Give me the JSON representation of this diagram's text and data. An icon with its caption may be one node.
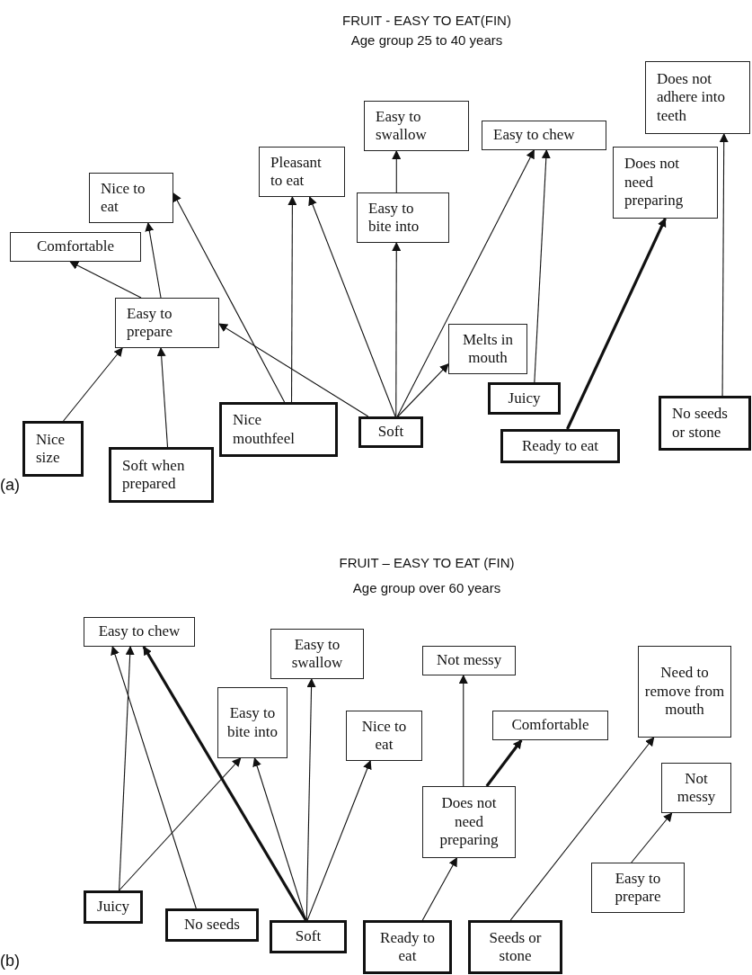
{
  "diagram": {
    "nodes": [
      {
        "text": [
          "Does not adhere into teeth"
        ]
      },
      {
        "text": [
          "Easy to swallow"
        ]
      },
      {
        "text": [
          "Easy to chew"
        ]
      },
      {
        "text": [
          "Does not need preparing"
        ]
      },
      {
        "text": [
          "Pleasant to eat"
        ]
      },
      {
        "text": [
          "Nice to eat"
        ]
      },
      {
        "text": [
          "Easy to bite into"
        ]
      },
      {
        "text": [
          "Comfortable"
        ]
      },
      {
        "text": [
          "Easy to prepare"
        ]
      },
      {
        "text": [
          "Melts in mouth"
        ]
      },
      {
        "text": [
          "Juicy"
        ]
      },
      {
        "text": [
          "Nice mouthfeel"
        ]
      },
      {
        "text": [
          "Soft"
        ]
      },
      {
        "text": [
          "No seeds or stone"
        ]
      },
      {
        "text": [
          "Nice size"
        ]
      },
      {
        "text": [
          "Ready to eat"
        ]
      },
      {
        "text": [
          "Soft when prepared"
        ]
      },
      {
        "text": [
          "Easy to chew"
        ]
      },
      {
        "text": [
          "Easy to swallow"
        ]
      },
      {
        "text": [
          "Not messy"
        ]
      },
      {
        "text": [
          "Need to remove from mouth"
        ]
      },
      {
        "text": [
          "Easy to bite into"
        ]
      },
      {
        "text": [
          "Nice to eat"
        ]
      },
      {
        "text": [
          "Comfortable"
        ]
      },
      {
        "text": [
          "Not messy"
        ]
      },
      {
        "text": [
          "Does not need preparing"
        ]
      },
      {
        "text": [
          "Easy to prepare"
        ]
      },
      {
        "text": [
          "Juicy"
        ]
      },
      {
        "text": [
          "No seeds"
        ]
      },
      {
        "text": [
          "Soft"
        ]
      },
      {
        "text": [
          "Ready to eat"
        ]
      },
      {
        "text": [
          "Seeds or stone"
        ]
      }
    ],
    "edges": [
      {
        "from": 14,
        "to": 8,
        "arrow": "to"
      },
      {
        "from": 16,
        "to": 8,
        "arrow": "to"
      },
      {
        "from": 8,
        "to": 7,
        "arrow": "to"
      },
      {
        "from": 8,
        "to": 5,
        "arrow": "to"
      },
      {
        "from": 11,
        "to": 5,
        "arrow": "to"
      },
      {
        "from": 11,
        "to": 4,
        "arrow": "to"
      },
      {
        "from": 12,
        "to": 8,
        "arrow": "to"
      },
      {
        "from": 12,
        "to": 4,
        "arrow": "to"
      },
      {
        "from": 12,
        "to": 6,
        "arrow": "to"
      },
      {
        "from": 6,
        "to": 1,
        "arrow": "to"
      },
      {
        "from": 12,
        "to": 2,
        "arrow": "to"
      },
      {
        "from": 12,
        "to": 9,
        "arrow": "to"
      },
      {
        "from": 10,
        "to": 2,
        "arrow": "to"
      },
      {
        "from": 15,
        "to": 3,
        "arrow": "to",
        "style": "thick"
      },
      {
        "from": 13,
        "to": 0,
        "arrow": "to"
      },
      {
        "from": 27,
        "to": 17,
        "arrow": "to"
      },
      {
        "from": 28,
        "to": 17,
        "arrow": "to"
      },
      {
        "from": 29,
        "to": 17,
        "arrow": "to",
        "style": "thick"
      },
      {
        "from": 27,
        "to": 21,
        "arrow": "to"
      },
      {
        "from": 29,
        "to": 21,
        "arrow": "to"
      },
      {
        "from": 29,
        "to": 18,
        "arrow": "to"
      },
      {
        "from": 29,
        "to": 22,
        "arrow": "to"
      },
      {
        "from": 30,
        "to": 25,
        "arrow": "to"
      },
      {
        "from": 25,
        "to": 19,
        "arrow": "to"
      },
      {
        "from": 25,
        "to": 23,
        "arrow": "to",
        "style": "thick"
      },
      {
        "from": 31,
        "to": 20,
        "arrow": "to"
      },
      {
        "from": 26,
        "to": 24,
        "arrow": "to"
      }
    ],
    "labels": [
      "FRUIT - EASY TO EAT(FIN)",
      "Age group 25 to 40 years",
      "(a)",
      "FRUIT – EASY TO EAT (FIN)",
      "Age group over 60 years",
      "(b)"
    ]
  }
}
